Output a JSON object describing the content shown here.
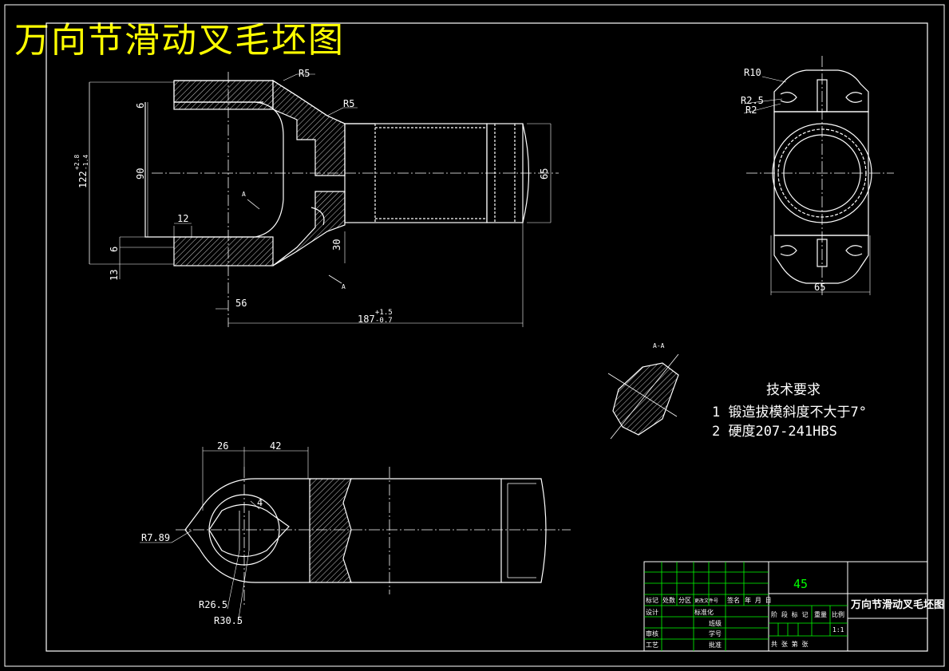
{
  "title": "万向节滑动叉毛坯图",
  "dimensions": {
    "r5_top": "R5",
    "r5_mid": "R5",
    "d6": "6",
    "d90": "90",
    "d122": "122",
    "d122_tol_upper": "+2.8",
    "d122_tol_lower": "-1.4",
    "d12": "12",
    "d6b": "6",
    "d13": "13",
    "d30": "30",
    "d56": "56",
    "d187": "187",
    "d187_tol_upper": "+1.5",
    "d187_tol_lower": "-0.7",
    "d65": "65",
    "r10": "R10",
    "r2_5": "R2.5",
    "r2": "R2",
    "d65_right": "65",
    "d26": "26",
    "d42": "42",
    "d4": "4",
    "r7_89": "R7.89",
    "r26_5": "R26.5",
    "r30_5": "R30.5",
    "mark_a1": "A",
    "mark_a2": "A",
    "section_mark": "A-A"
  },
  "requirements": {
    "heading": "技术要求",
    "item1": "1 锻造拔模斜度不大于7°",
    "item2": "2 硬度207-241HBS"
  },
  "title_block": {
    "material": "45",
    "drawing_name": "万向节滑动叉毛坯图",
    "h_mark": "标记",
    "h_count": "处数",
    "h_zone": "分区",
    "h_docno": "更改文件号",
    "h_sign": "签名",
    "h_date": "年 月 日",
    "designer": "设计",
    "standard": "标准化",
    "reviewer": "审核",
    "process": "工艺",
    "class": "班级",
    "student_no": "学号",
    "approve": "批准",
    "stage": "阶 段 标 记",
    "weight": "重量",
    "scale": "比例",
    "scale_val": "1:1",
    "sheets": "共  张  第  张"
  }
}
